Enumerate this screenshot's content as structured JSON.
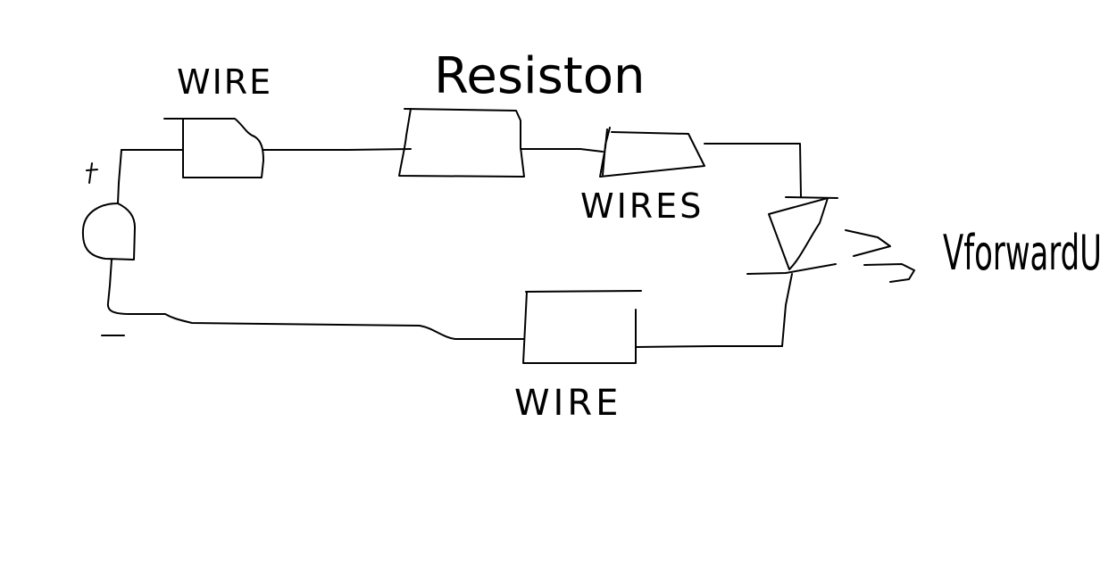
{
  "labels": {
    "wire_top": "WIRE",
    "resistor": "Resiston",
    "wires_right": "WIRES",
    "wire_bottom": "WIRE",
    "v_forward": "VforwardU",
    "plus": "+",
    "minus": "-"
  },
  "colors": {
    "ink": "#000000",
    "background": "#ffffff"
  }
}
